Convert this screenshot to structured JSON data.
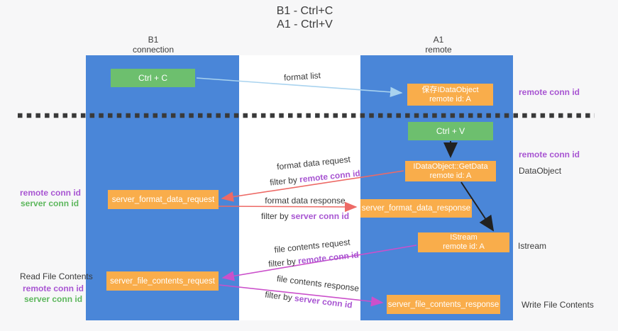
{
  "title": {
    "line1": "B1 - Ctrl+C",
    "line2": "A1 - Ctrl+V"
  },
  "columns": {
    "left": {
      "name": "B1",
      "subtitle": "connection"
    },
    "right": {
      "name": "A1",
      "subtitle": "remote"
    }
  },
  "nodes": {
    "ctrl_c": {
      "label": "Ctrl + C"
    },
    "save_idataobject": {
      "line1": "保存IDataObject",
      "line2": "remote id: A"
    },
    "ctrl_v": {
      "label": "Ctrl + V"
    },
    "getdata": {
      "line1": "IDataObject::GetData",
      "line2": "remote id: A"
    },
    "istream": {
      "line1": "IStream",
      "line2": "remote id: A"
    },
    "server_format_data_request": {
      "label": "server_format_data_request"
    },
    "server_format_data_response": {
      "label": "server_format_data_response"
    },
    "server_file_contents_request": {
      "label": "server_file_contents_request"
    },
    "server_file_contents_response": {
      "label": "server_file_contents_response"
    }
  },
  "flow_labels": {
    "format_list": "format list",
    "format_data_request": "format data request",
    "format_data_response": "format data response",
    "file_contents_request": "file contents request",
    "file_contents_response": "file contents response",
    "filter_by": "filter by",
    "remote_conn_id": "remote conn id",
    "server_conn_id": "server conn id"
  },
  "side_labels": {
    "right_remote_conn_id_top": "remote conn id",
    "right_remote_conn_id_mid": "remote conn id",
    "right_dataobject": "DataObject",
    "right_istream": "Istream",
    "right_write_file_contents": "Write File Contents",
    "left_remote_conn_id_top": "remote conn id",
    "left_server_conn_id_top": "server conn id",
    "left_read_file_contents": "Read File Contents",
    "left_remote_conn_id_bottom": "remote conn id",
    "left_server_conn_id_bottom": "server conn id"
  },
  "colors": {
    "column_blue": "#4a86d8",
    "node_green": "#6dbf6e",
    "node_orange": "#f9ad4b",
    "arrow_black": "#212121",
    "arrow_red": "#ed6a66",
    "arrow_magenta": "#cb50cb",
    "arrow_lightblue": "#a9d3ef",
    "divider_dark": "#3a3a3a",
    "text_purple": "#a855d2",
    "text_green": "#5db75d",
    "text_dark": "#3a3a3a",
    "background": "#f7f7f8",
    "lane_gap_white": "#ffffff"
  }
}
